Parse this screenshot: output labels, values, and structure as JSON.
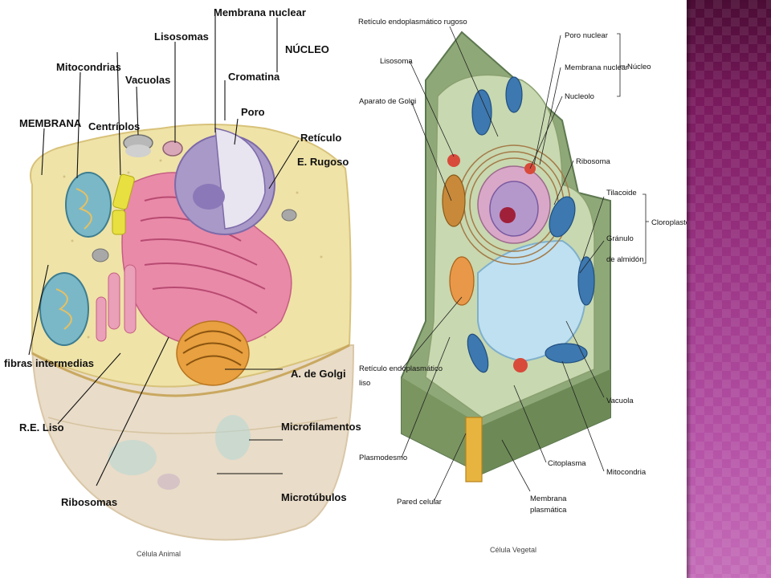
{
  "animal_cell": {
    "caption": "Célula Animal",
    "labels": {
      "membrana_nuclear": "Membrana nuclear",
      "nucleo": "NÚCLEO",
      "lisosomas": "Lisosomas",
      "mitocondrias": "Mitocondrias",
      "vacuolas": "Vacuolas",
      "cromatina": "Cromatina",
      "poro": "Poro",
      "membrana": "MEMBRANA",
      "centriolos": "Centríolos",
      "reticulo_1": "Retículo",
      "reticulo_2": "E. Rugoso",
      "fibras": "fibras intermedias",
      "golgi": "A. de Golgi",
      "re_liso": "R.E. Liso",
      "microfilamentos": "Microfilamentos",
      "ribosomas": "Ribosomas",
      "microtubulos": "Microtúbulos"
    }
  },
  "plant_cell": {
    "caption": "Célula Vegetal",
    "labels": {
      "ret_rugoso": "Retículo endoplasmático rugoso",
      "lisosoma": "Lisosoma",
      "golgi": "Aparato de Golgi",
      "poro_nuclear": "Poro nuclear",
      "membrana_nuclear": "Membrana nuclear",
      "nucleo": "Núcleo",
      "nucleolo": "Nucleolo",
      "ribosoma": "Ribosoma",
      "tilacoide": "Tilacoide",
      "cloroplasto": "Cloroplasto",
      "granulo_1": "Gránulo",
      "granulo_2": "de almidón",
      "ret_liso_1": "Retículo endoplasmático",
      "ret_liso_2": "liso",
      "plasmodesmo": "Plasmodesmo",
      "vacuola": "Vacuola",
      "citoplasma": "Citoplasma",
      "mitocondria": "Mitocondria",
      "pared": "Pared celular",
      "membrana_pl_1": "Membrana",
      "membrana_pl_2": "plasmática"
    }
  },
  "colors": {
    "side_panel": "#9a3484",
    "cytoplasm_animal": "#efe3a8",
    "er_pink": "#e98aa8",
    "nucleus_purple": "#a899c8",
    "golgi_orange": "#e8a040",
    "plant_wall": "#8fa878",
    "vacuole_blue": "#bfe0f0",
    "chloroplast_blue": "#3d78b0"
  }
}
